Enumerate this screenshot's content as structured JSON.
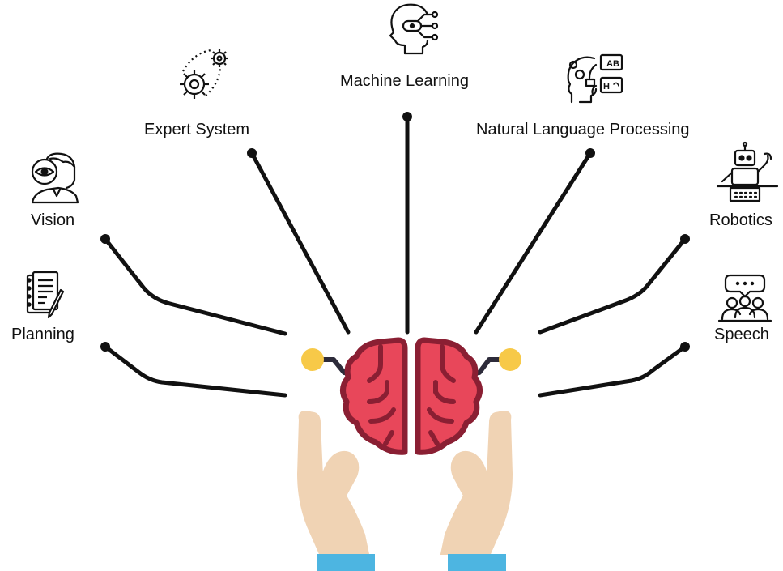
{
  "diagram": {
    "center": {
      "name": "brain-in-hands",
      "colors": {
        "brain_fill": "#e8475a",
        "brain_stroke": "#8a1f33",
        "hand_fill": "#f0d3b4",
        "cuff": "#4db5e1",
        "node": "#f7c948",
        "line": "#111111"
      }
    },
    "branches": [
      {
        "id": "planning",
        "label": "Planning",
        "icon": "checklist-pencil-icon"
      },
      {
        "id": "vision",
        "label": "Vision",
        "icon": "person-eye-icon"
      },
      {
        "id": "expert-system",
        "label": "Expert System",
        "icon": "gears-icon"
      },
      {
        "id": "machine-learning",
        "label": "Machine Learning",
        "icon": "head-circuit-icon"
      },
      {
        "id": "nlp",
        "label": "Natural Language Processing",
        "icon": "head-translation-icon"
      },
      {
        "id": "robotics",
        "label": "Robotics",
        "icon": "robot-icon"
      },
      {
        "id": "speech",
        "label": "Speech",
        "icon": "group-chat-icon"
      }
    ]
  }
}
